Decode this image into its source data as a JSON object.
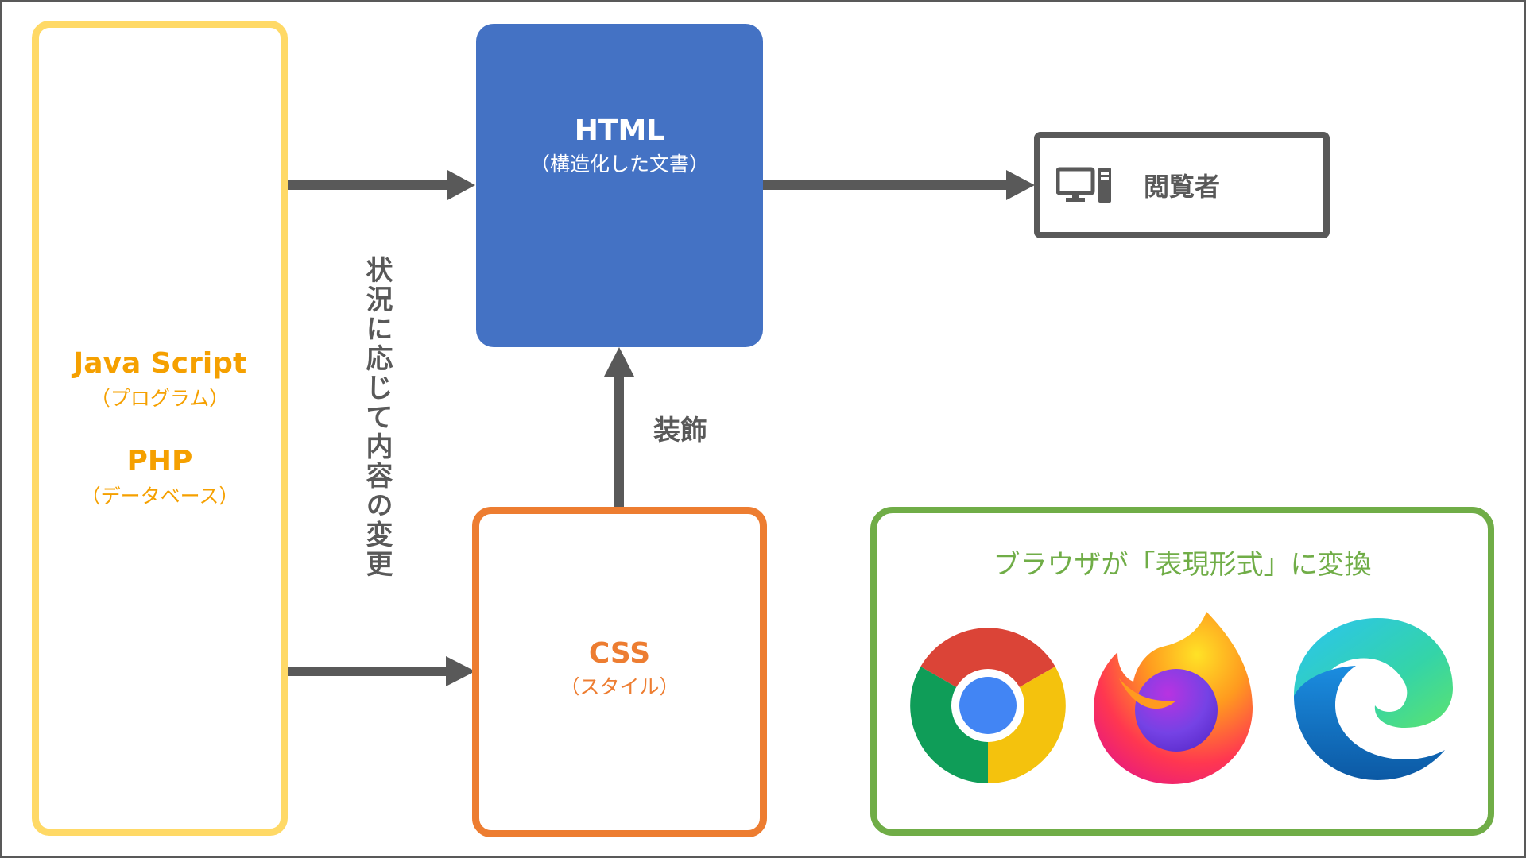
{
  "javascript": {
    "title": "Java Script",
    "subtitle": "（プログラム）"
  },
  "php": {
    "title": "PHP",
    "subtitle": "（データベース）"
  },
  "html": {
    "title": "HTML",
    "subtitle": "（構造化した文書）"
  },
  "css": {
    "title": "CSS",
    "subtitle": "（スタイル）"
  },
  "viewer": {
    "label": "閲覧者",
    "icon": "desktop-computer-icon"
  },
  "labels": {
    "dynamic": "状況に応じて内容の変更",
    "decoration": "装飾"
  },
  "browsers": {
    "title": "ブラウザが「表現形式」に変換",
    "items": [
      "chrome-logo-icon",
      "firefox-logo-icon",
      "edge-logo-icon"
    ]
  },
  "colors": {
    "javascript_php": "#FFD966",
    "javascript_php_text": "#F5A000",
    "html": "#4472C4",
    "css": "#ED7D31",
    "browser": "#70AD47",
    "arrow": "#595959"
  }
}
